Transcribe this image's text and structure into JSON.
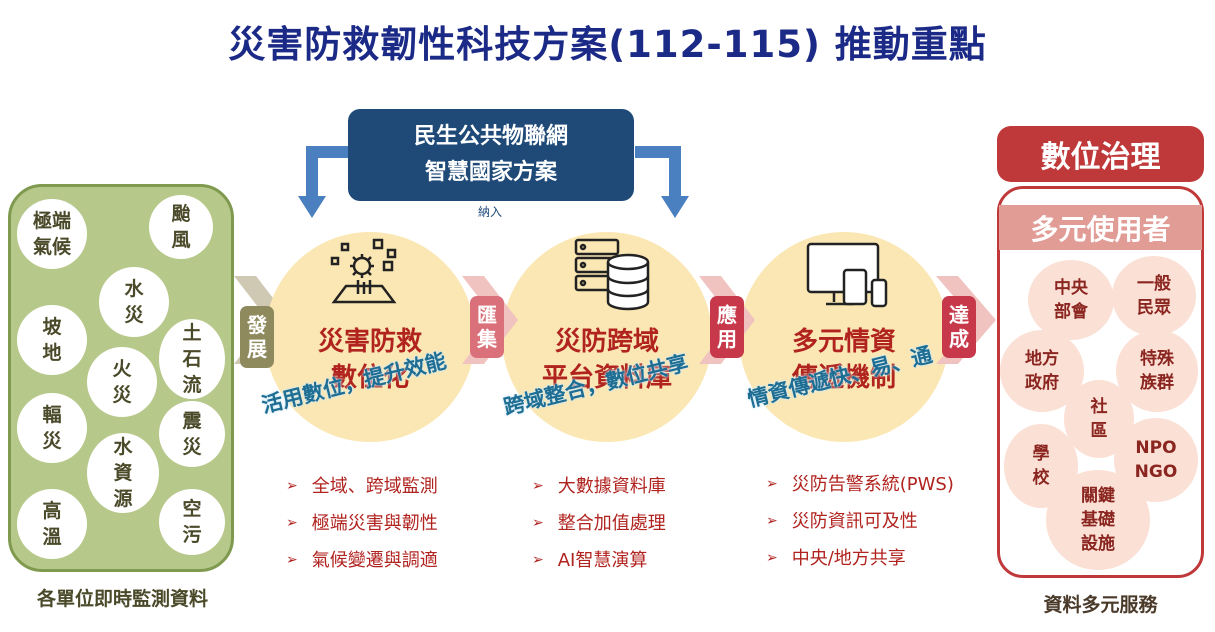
{
  "title": "災害防救韌性科技方案(112-115) 推動重點",
  "top_box": {
    "line1": "民生公共物聯網",
    "line2": "智慧國家方案",
    "note": "納入"
  },
  "left_panel": {
    "bubbles": [
      "極端\n氣候",
      "颱\n風",
      "水\n災",
      "坡\n地",
      "土\n石\n流",
      "火\n災",
      "輻\n災",
      "震\n災",
      "水\n資\n源",
      "高\n溫",
      "空\n污"
    ],
    "caption": "各單位即時監測資料"
  },
  "arrows": {
    "fazhan": "發\n展",
    "huiji": "匯\n集",
    "yingyong": "應\n用",
    "dacheng": "達\n成"
  },
  "circles": [
    {
      "title": "災害防救\n數位化",
      "slogan": "活用數位，提升效能",
      "icon": "gear-chip-icon",
      "bullets": [
        "全域、跨域監測",
        "極端災害與韌性",
        "氣候變遷與調適"
      ]
    },
    {
      "title": "災防跨域\n平台資料庫",
      "slogan": "跨域整合，數位共享",
      "icon": "database-server-icon",
      "bullets": [
        "大數據資料庫",
        "整合加值處理",
        "AI智慧演算"
      ]
    },
    {
      "title": "多元情資\n傳遞機制",
      "slogan": "情資傳遞快、易、通",
      "icon": "devices-icon",
      "bullets": [
        "災防告警系統(PWS)",
        "災防資訊可及性",
        "中央/地方共享"
      ]
    }
  ],
  "bullet_marker": "➢",
  "right_panel": {
    "header": "數位治理",
    "band": "多元使用者",
    "bubbles": [
      "中央\n部會",
      "一般\n民眾",
      "地方\n政府",
      "特殊\n族群",
      "社\n區",
      "學\n校",
      "NPO\nNGO",
      "關鍵\n基礎\n設施"
    ],
    "caption": "資料多元服務"
  },
  "colors": {
    "title": "#1b2a86",
    "accent_red": "#b0231f",
    "slogan_blue": "#1e6d92",
    "box_navy": "#1f4a78",
    "left_green": "#b7c88b",
    "circle_yellow": "#fbe7b3"
  }
}
